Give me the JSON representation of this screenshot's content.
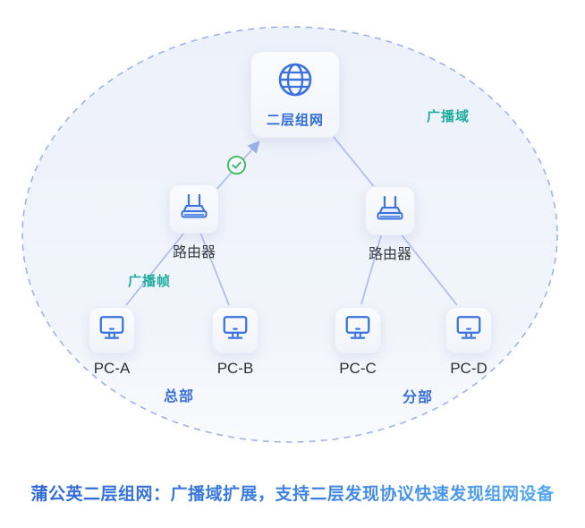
{
  "nodes": {
    "cloud": {
      "label": "二层组网",
      "icon": "globe-icon"
    },
    "router_left": {
      "label": "路由器",
      "icon": "router-icon"
    },
    "router_right": {
      "label": "路由器",
      "icon": "router-icon"
    },
    "pc_a": {
      "label": "PC-A",
      "icon": "pc-icon"
    },
    "pc_b": {
      "label": "PC-B",
      "icon": "pc-icon"
    },
    "pc_c": {
      "label": "PC-C",
      "icon": "pc-icon"
    },
    "pc_d": {
      "label": "PC-D",
      "icon": "pc-icon"
    }
  },
  "annotations": {
    "broadcast_domain": "广播域",
    "broadcast_frame": "广播帧",
    "headquarters": "总部",
    "branch": "分部"
  },
  "caption": "蒲公英二层组网：广播域扩展，支持二层发现协议快速发现组网设备",
  "status": {
    "link_verified_icon": "check-circle-icon"
  },
  "colors": {
    "icon_blue": "#3b72dd",
    "cloud_text_blue": "#2f6bd8",
    "teal_label": "#21ada0",
    "region_label_blue": "#3a6fd9",
    "connection_line": "#aebced",
    "ellipse_stroke": "#9fb3e8",
    "check_green": "#3cba62",
    "caption_gradient_from": "#2d65d8",
    "caption_gradient_to": "#55acf0"
  }
}
